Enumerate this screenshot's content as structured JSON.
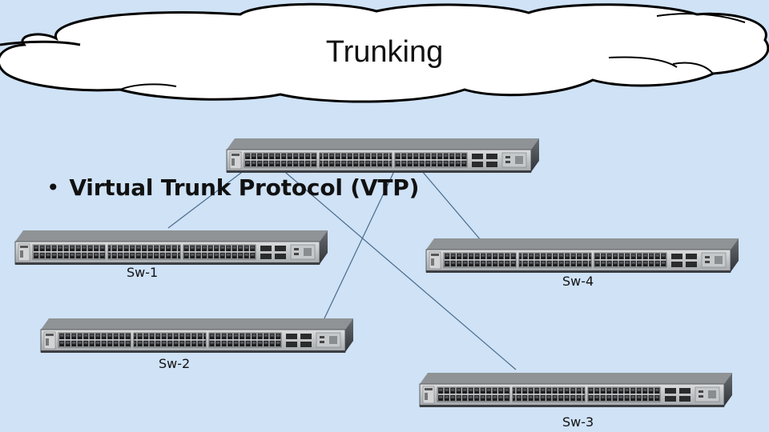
{
  "slide": {
    "title": "Trunking",
    "bullet": "Virtual Trunk Protocol (VTP)"
  },
  "switches": [
    {
      "id": "sw-top",
      "label": ""
    },
    {
      "id": "sw-1",
      "label": "Sw-1"
    },
    {
      "id": "sw-4",
      "label": "Sw-4"
    },
    {
      "id": "sw-2",
      "label": "Sw-2"
    },
    {
      "id": "sw-3",
      "label": "Sw-3"
    }
  ],
  "links": [
    {
      "from": "sw-top",
      "to": "sw-1"
    },
    {
      "from": "sw-top",
      "to": "sw-2"
    },
    {
      "from": "sw-top",
      "to": "sw-3"
    },
    {
      "from": "sw-top",
      "to": "sw-4"
    }
  ],
  "colors": {
    "background": "#cfe2f6",
    "cloud_fill": "#ffffff",
    "cloud_stroke": "#000000",
    "switch_body": "#3f4247",
    "switch_face": "#b9bcbe",
    "link_line": "#4a6b8a"
  }
}
